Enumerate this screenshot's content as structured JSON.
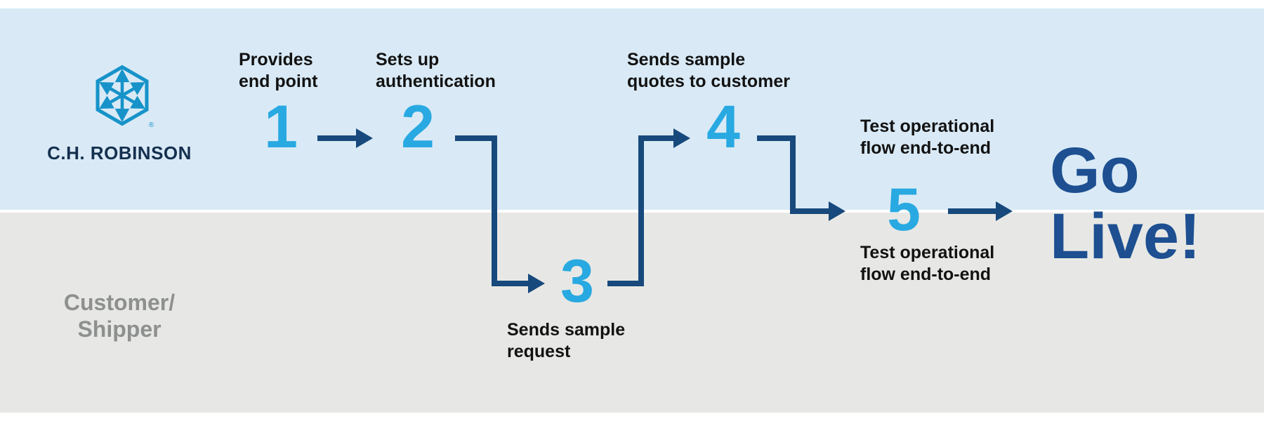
{
  "brand": {
    "name": "C.H. ROBINSON",
    "registered": "®"
  },
  "customer_lane": {
    "label": "Customer/\nShipper"
  },
  "steps": [
    {
      "number": "1",
      "label": "Provides\nend point"
    },
    {
      "number": "2",
      "label": "Sets up\nauthentication"
    },
    {
      "number": "3",
      "label": "Sends sample\nrequest"
    },
    {
      "number": "4",
      "label": "Sends sample\nquotes to customer"
    },
    {
      "number": "5",
      "label_above": "Test operational\nflow end-to-end",
      "label_below": "Test operational\nflow end-to-end"
    }
  ],
  "go_live": {
    "label": "Go\nLive!"
  },
  "colors": {
    "lane_top_bg": "#d9eaf6",
    "lane_bottom_bg": "#e7e8e5",
    "brand_blue": "#1793c9",
    "brand_text_navy": "#15304f",
    "step_number_blue": "#29a9e1",
    "arrow_navy": "#17497c",
    "go_live_navy": "#1d4f91",
    "label_text": "#121212",
    "customer_gray": "#8e9090"
  }
}
